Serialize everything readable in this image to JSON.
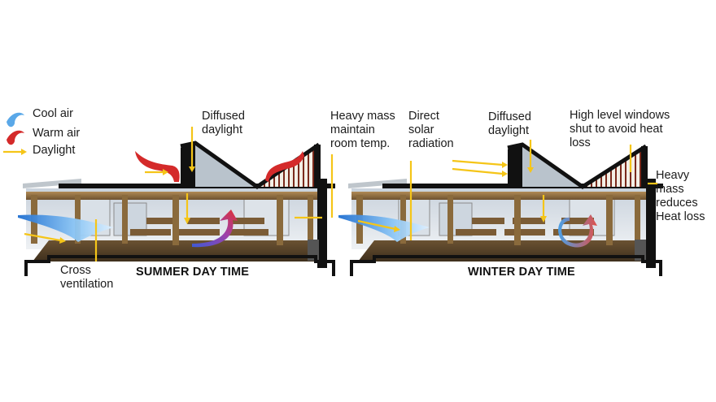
{
  "legend": {
    "cool_air": "Cool air",
    "warm_air": "Warm air",
    "daylight": "Daylight"
  },
  "summer": {
    "title": "SUMMER DAY TIME",
    "diffused_daylight": "Diffused\ndaylight",
    "heavy_mass": "Heavy mass\nmaintain\nroom temp.",
    "cross_ventilation": "Cross\nventilation"
  },
  "winter": {
    "title": "WINTER DAY TIME",
    "direct_solar": "Direct\n solar\nradiation",
    "diffused_daylight": "Diffused\ndaylight",
    "high_level_windows": "High level windows\nshut to avoid heat\nloss",
    "heavy_mass_reduces": "Heavy\nmass\nreduces\nHeat loss"
  },
  "colors": {
    "cool_air": "#5aa8e8",
    "warm_air": "#d42a2a",
    "daylight": "#f5c518",
    "structure": "#111111",
    "timber": "#8a6a3c"
  }
}
